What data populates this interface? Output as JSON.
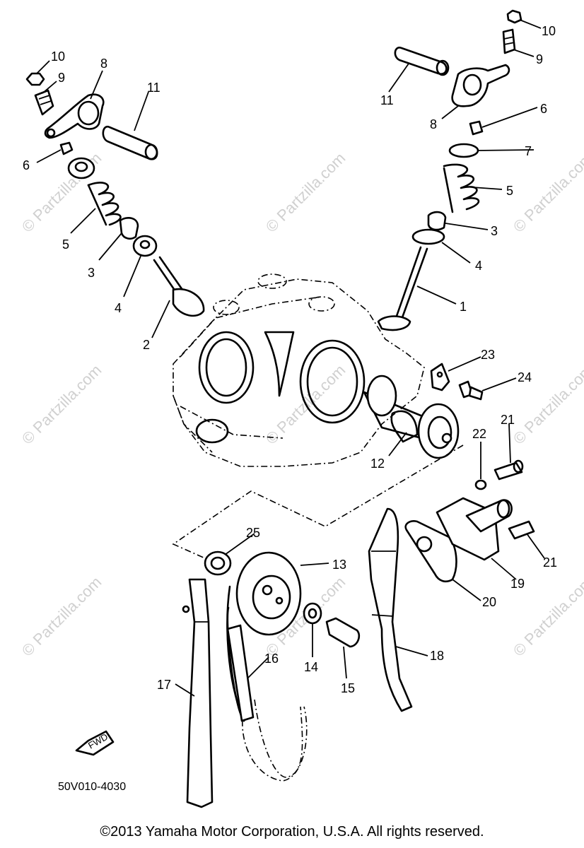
{
  "copyright": "©2013  Yamaha Motor Corporation, U.S.A. All rights reserved.",
  "diagram_code": "50V010-4030",
  "direction_arrow_label": "FWD",
  "watermark": "© Partzilla.com",
  "part_labels": {
    "p1": "1",
    "p2": "2",
    "p3_left": "3",
    "p3_right": "3",
    "p4_left": "4",
    "p4_right": "4",
    "p5_left": "5",
    "p5_right": "5",
    "p6_left": "6",
    "p6_right": "6",
    "p7": "7",
    "p8_left": "8",
    "p8_right": "8",
    "p9_left": "9",
    "p9_right": "9",
    "p10_left": "10",
    "p10_right": "10",
    "p11_left": "11",
    "p11_right": "11",
    "p12": "12",
    "p13": "13",
    "p14": "14",
    "p15": "15",
    "p16": "16",
    "p17": "17",
    "p18": "18",
    "p19": "19",
    "p20": "20",
    "p21_top": "21",
    "p21_bottom": "21",
    "p22": "22",
    "p23": "23",
    "p24": "24",
    "p25": "25"
  }
}
